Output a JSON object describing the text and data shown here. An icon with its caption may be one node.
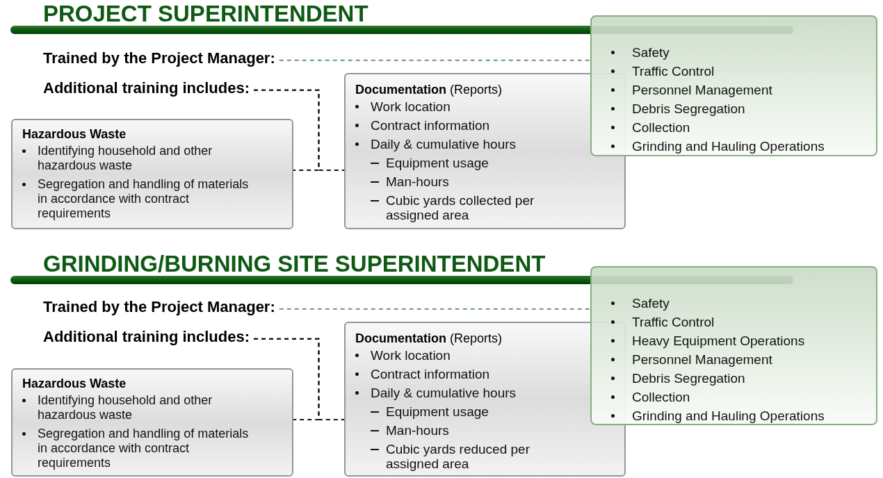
{
  "diagram": {
    "nodes": [
      {
        "text": [
          "Trained by the Project Manager:"
        ]
      },
      {
        "text": [
          "Safety",
          "Traffic Control",
          "Personnel Management",
          "Debris Segregation",
          "Collection",
          "Grinding and Hauling Operations"
        ]
      },
      {
        "text": [
          "Additional training includes:"
        ]
      },
      {
        "text": [
          "Hazardous Waste",
          "Identifying household and other hazardous waste",
          "Segregation and handling of materials in accordance with contract requirements"
        ]
      },
      {
        "text": [
          "**Documentation** (Reports)",
          "Work location",
          "Contract information",
          "Daily & cumulative hours",
          "Equipment usage",
          "Man-hours",
          "Cubic yards collected per assigned area"
        ]
      },
      {
        "text": [
          "Trained by the Project Manager:"
        ]
      },
      {
        "text": [
          "Safety",
          "Traffic Control",
          "Heavy Equipment Operations",
          "Personnel Management",
          "Debris Segregation",
          "Collection",
          "Grinding and Hauling Operations"
        ]
      },
      {
        "text": [
          "Additional training includes:"
        ]
      },
      {
        "text": [
          "Hazardous Waste",
          "Identifying household and other hazardous waste",
          "Segregation and handling of materials in accordance with contract requirements"
        ]
      },
      {
        "text": [
          "**Documentation** (Reports)",
          "Work location",
          "Contract information",
          "Daily & cumulative hours",
          "Equipment usage",
          "Man-hours",
          "Cubic yards reduced per assigned area"
        ]
      }
    ],
    "edges": [
      {
        "from": 0,
        "to": 1,
        "arrow": "none",
        "style": "dashed",
        "color": "#6a9a6a"
      },
      {
        "from": 2,
        "to": 3,
        "arrow": "none",
        "style": "dashed"
      },
      {
        "from": 2,
        "to": 4,
        "arrow": "none",
        "style": "dashed"
      },
      {
        "from": 5,
        "to": 6,
        "arrow": "none",
        "style": "dashed",
        "color": "#6a9a6a"
      },
      {
        "from": 7,
        "to": 8,
        "arrow": "none",
        "style": "dashed"
      },
      {
        "from": 7,
        "to": 9,
        "arrow": "none",
        "style": "dashed"
      }
    ],
    "labels": [
      "PROJECT SUPERINTENDENT",
      "GRINDING/BURNING SITE SUPERINTENDENT"
    ]
  }
}
